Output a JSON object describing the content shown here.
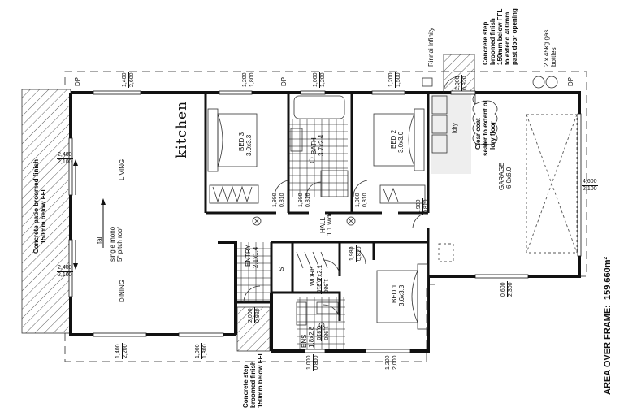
{
  "drawing": {
    "type": "floor-plan",
    "area_label": "AREA OVER FRAME:",
    "area_value": "159.660m²",
    "handwritten_note": "kitchen"
  },
  "rooms": [
    {
      "id": "living",
      "name": "LIVING",
      "size": ""
    },
    {
      "id": "dining",
      "name": "DINING",
      "size": ""
    },
    {
      "id": "bed3",
      "name": "BED 3",
      "size": "3.0x3.3"
    },
    {
      "id": "bath",
      "name": "BATH",
      "size": "3.7x2.4"
    },
    {
      "id": "bed2",
      "name": "BED 2",
      "size": "3.0x3.0"
    },
    {
      "id": "ldry",
      "name": "ldry",
      "size": ""
    },
    {
      "id": "garage",
      "name": "GARAGE",
      "size": "6.0x6.0"
    },
    {
      "id": "hall",
      "name": "HALL",
      "size": "1.1 wide"
    },
    {
      "id": "entry",
      "name": "ENTRY",
      "size": "2.1x1.4"
    },
    {
      "id": "store",
      "name": "S",
      "size": ""
    },
    {
      "id": "wdrb",
      "name": "WDRB",
      "size": "1.7x2.1"
    },
    {
      "id": "bed1",
      "name": "BED 1",
      "size": "3.6x3.3"
    },
    {
      "id": "ens",
      "name": "ENS",
      "size": "1.8x2.8"
    }
  ],
  "notes": {
    "roof_fall": "fall",
    "roof_line1": "single mono",
    "roof_line2": "5° pitch roof",
    "patio_line1": "Concrete patio broomed finish",
    "patio_line2": "150mm below FFL",
    "rinnai": "Rinnai Infinity",
    "step_top_1": "Concrete step",
    "step_top_2": "broomed finish",
    "step_top_3": "150mm below FFL",
    "step_top_4": "to extend 400mm",
    "step_top_5": "past door opening",
    "gas_1": "2 x 45kg gas",
    "gas_2": "bottles",
    "sealer_1": "Clear coat",
    "sealer_2": "sealer to extent of",
    "sealer_3": "ldry floor",
    "step_bottom_1": "Concrete step",
    "step_bottom_2": "broomed finish",
    "step_bottom_3": "150mm below FFL",
    "dp": "DP"
  },
  "windows": [
    {
      "id": "w-living-top",
      "top": "1,400",
      "bottom": "2,600"
    },
    {
      "id": "w-bed3",
      "top": "1,200",
      "bottom": "1,800"
    },
    {
      "id": "w-bath",
      "top": "1,000",
      "bottom": "1,200"
    },
    {
      "id": "w-bed2",
      "top": "1,200",
      "bottom": "1,500"
    },
    {
      "id": "w-living-side",
      "top": "2,400",
      "bottom": "2,100"
    },
    {
      "id": "w-dining-side",
      "top": "2,400",
      "bottom": "2,100"
    },
    {
      "id": "w-dining-bottom-1",
      "top": "1,400",
      "bottom": "2,200"
    },
    {
      "id": "w-dining-bottom-2",
      "top": "1,000",
      "bottom": "1,800"
    },
    {
      "id": "w-ens",
      "top": "1,000",
      "bottom": "0,800"
    },
    {
      "id": "w-bed1",
      "top": "1,200",
      "bottom": "2,000"
    },
    {
      "id": "w-garage",
      "top": "0,600",
      "bottom": "2,300"
    },
    {
      "id": "garage-door",
      "top": "4,600",
      "bottom": "2,100"
    }
  ],
  "doors": [
    {
      "id": "d-ldry",
      "top": "2,000",
      "bottom": "0,920"
    },
    {
      "id": "d-bed3",
      "top": "1,980",
      "bottom": "0,810"
    },
    {
      "id": "d-bath",
      "top": "1,980",
      "bottom": "0,810"
    },
    {
      "id": "d-bed2",
      "top": "1,980",
      "bottom": "0,810"
    },
    {
      "id": "d-garage-hall",
      "top": "1,980",
      "bottom": "0,810"
    },
    {
      "id": "d-bed1",
      "top": "1,980",
      "bottom": "0,810"
    },
    {
      "id": "d-wdrb",
      "top": "1,980",
      "bottom": "0,810"
    },
    {
      "id": "d-ens",
      "top": "1,980",
      "bottom": "0,810"
    },
    {
      "id": "d-entry",
      "top": "2,000",
      "bottom": "0,920"
    }
  ]
}
